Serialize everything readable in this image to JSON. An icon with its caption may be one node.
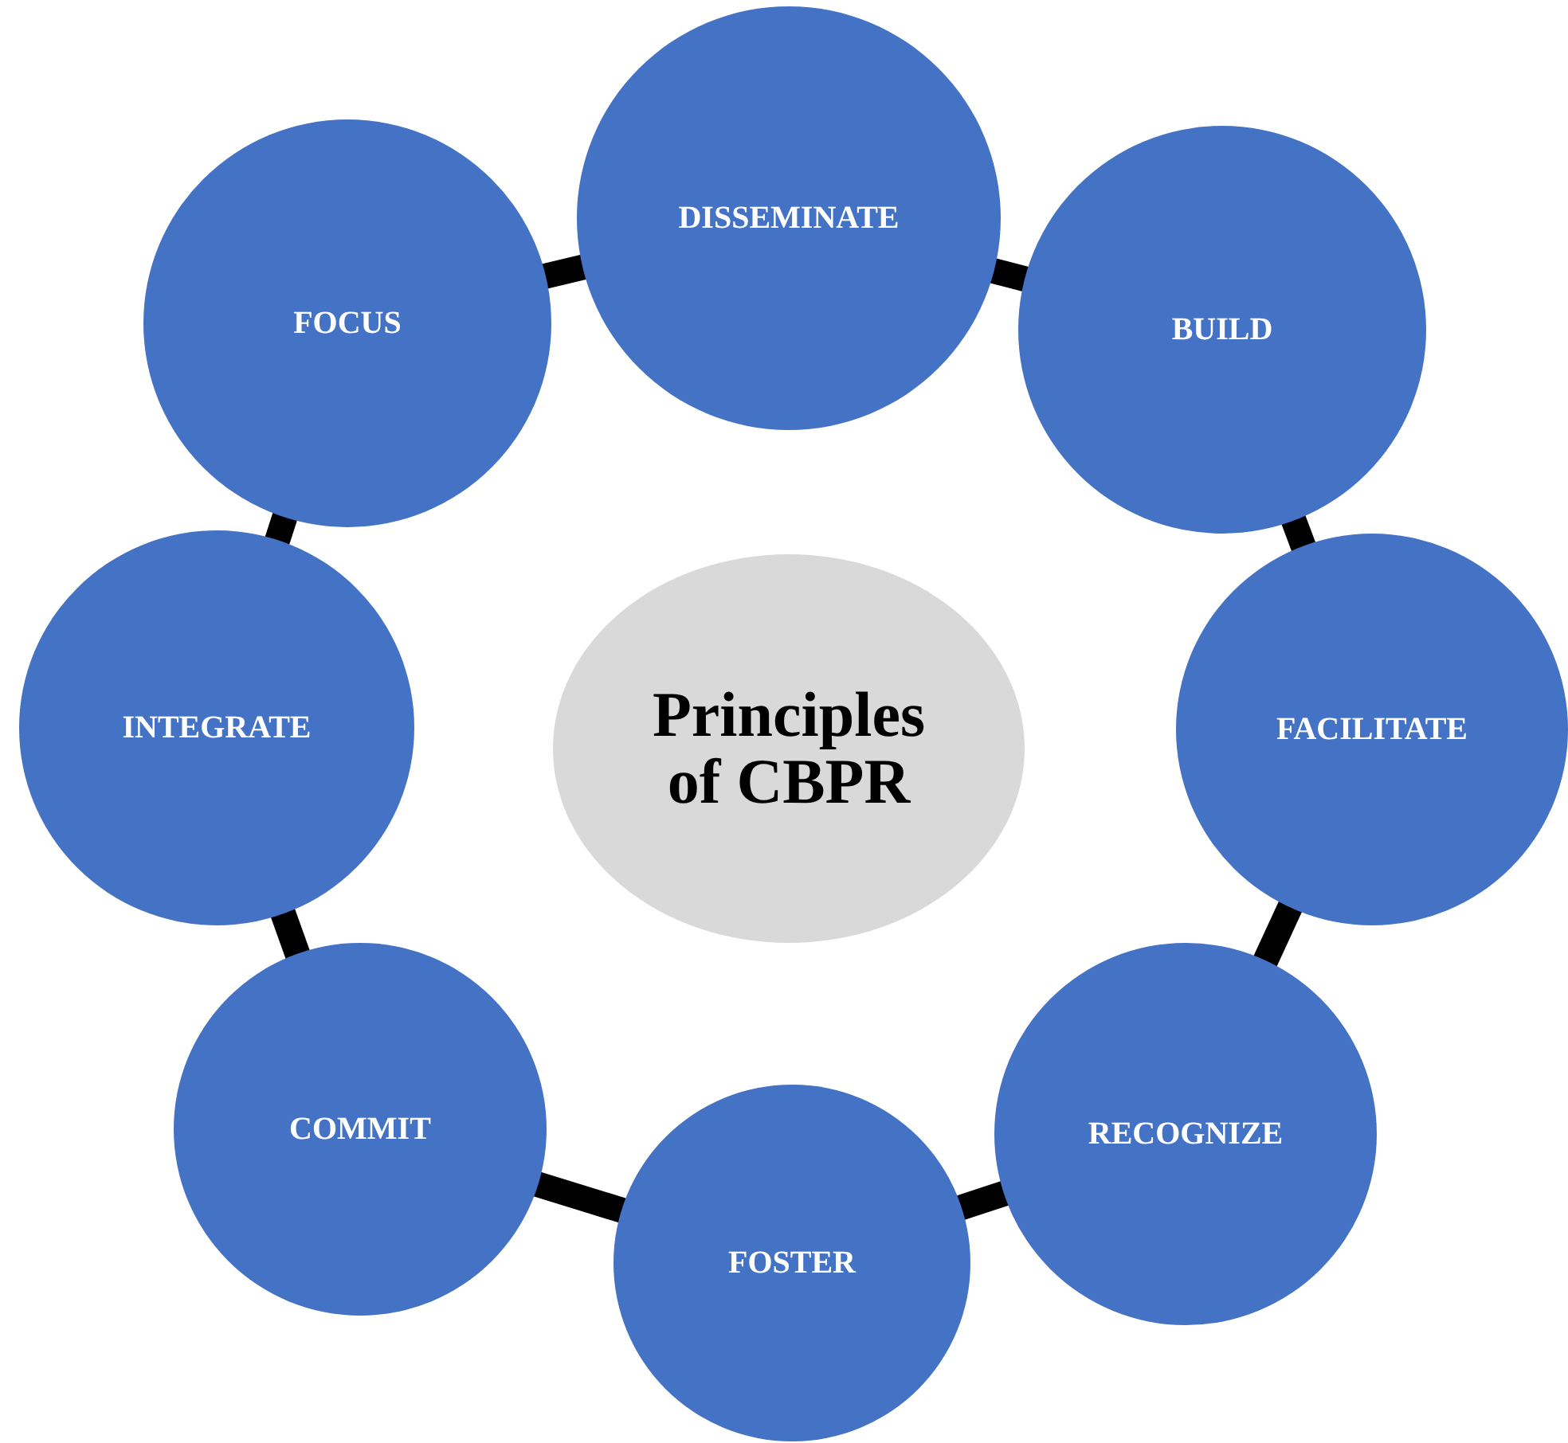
{
  "diagram": {
    "nodes": [
      {
        "text": [
          "Principles of CBPR"
        ]
      },
      {
        "text": [
          "DISSEMINATE"
        ]
      },
      {
        "text": [
          "BUILD"
        ]
      },
      {
        "text": [
          "FACILITATE"
        ]
      },
      {
        "text": [
          "RECOGNIZE"
        ]
      },
      {
        "text": [
          "FOSTER"
        ]
      },
      {
        "text": [
          "COMMIT"
        ]
      },
      {
        "text": [
          "INTEGRATE"
        ]
      },
      {
        "text": [
          "FOCUS"
        ]
      }
    ],
    "edges": [
      {
        "from": 1,
        "to": 2,
        "arrow": "none"
      },
      {
        "from": 2,
        "to": 3,
        "arrow": "none"
      },
      {
        "from": 3,
        "to": 4,
        "arrow": "none"
      },
      {
        "from": 4,
        "to": 5,
        "arrow": "none"
      },
      {
        "from": 5,
        "to": 6,
        "arrow": "none"
      },
      {
        "from": 6,
        "to": 7,
        "arrow": "none"
      },
      {
        "from": 7,
        "to": 8,
        "arrow": "none"
      },
      {
        "from": 8,
        "to": 1,
        "arrow": "none"
      }
    ]
  }
}
